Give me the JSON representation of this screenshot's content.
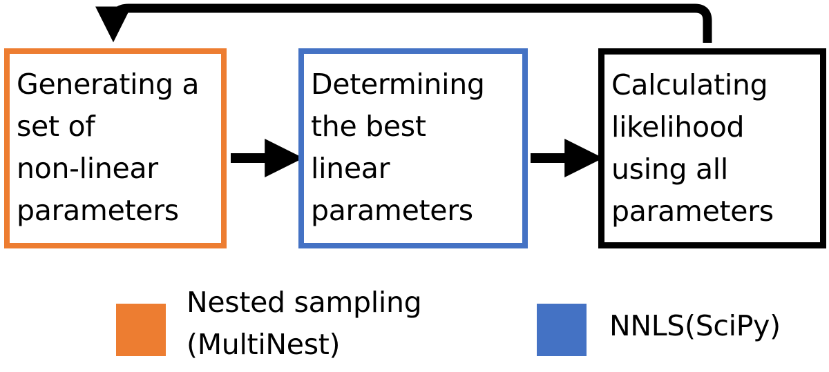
{
  "boxes": [
    {
      "text": "Generating a\nset of\nnon-linear\nparameters",
      "border_color": "#ED7D31"
    },
    {
      "text": "Determining\nthe best\nlinear\nparameters",
      "border_color": "#4472C4"
    },
    {
      "text": "Calculating\nlikelihood\nusing all\nparameters",
      "border_color": "#000000"
    }
  ],
  "legend": [
    {
      "label": "Nested sampling\n(MultiNest)",
      "color": "#ED7D31"
    },
    {
      "label": "NNLS(SciPy)",
      "color": "#4472C4"
    }
  ],
  "arrow_color": "#000000"
}
